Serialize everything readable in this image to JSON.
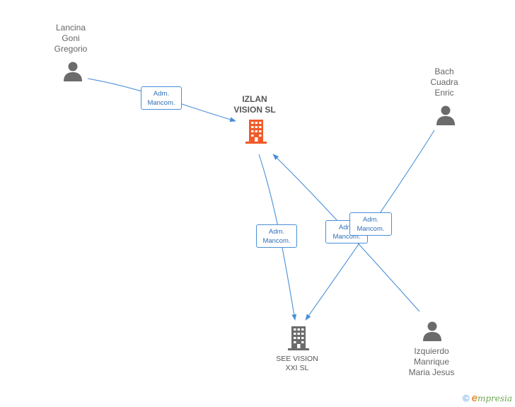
{
  "nodes": {
    "lancina": {
      "label": "Lancina\nGoni\nGregorio",
      "type": "person"
    },
    "bach": {
      "label": "Bach\nCuadra\nEnric",
      "type": "person"
    },
    "izquierdo": {
      "label": "Izquierdo\nManrique\nMaria Jesus",
      "type": "person"
    },
    "izlan": {
      "label": "IZLAN\nVISION SL",
      "type": "company-main"
    },
    "seevision": {
      "label": "SEE VISION\nXXI SL",
      "type": "company"
    }
  },
  "roles": [
    {
      "line1": "Adm.",
      "line2": "Mancom."
    },
    {
      "line1": "Adm.",
      "line2": "Mancom."
    },
    {
      "line1": "Adm.",
      "line2": "Mancom."
    },
    {
      "line1": "Adm.",
      "line2": "Mancom."
    }
  ],
  "colors": {
    "edge": "#4a8fd8",
    "person": "#6b6b6b",
    "main_company": "#f05a28",
    "company": "#6b6b6b"
  },
  "footer": {
    "copyright": "©",
    "brand_first": "e",
    "brand_rest": "mpresia"
  }
}
